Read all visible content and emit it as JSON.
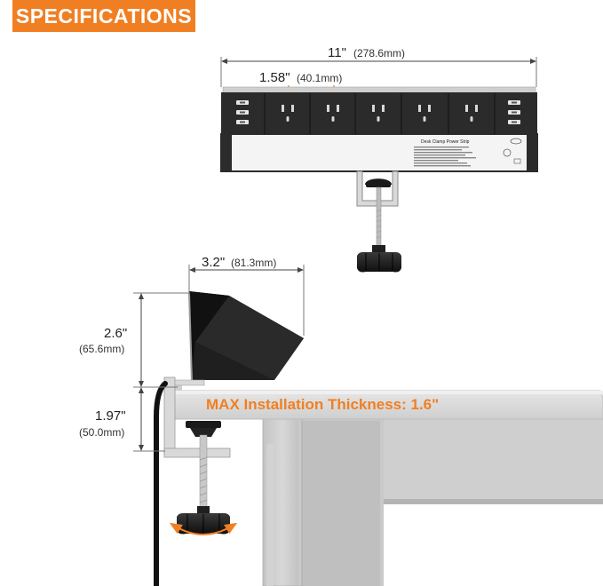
{
  "banner": {
    "title": "SPECIFICATIONS"
  },
  "dimensions": {
    "length": {
      "inch": "11\"",
      "mm": "(278.6mm)"
    },
    "spacing": {
      "inch": "1.58\"",
      "mm": "(40.1mm)"
    },
    "depth": {
      "inch": "3.2\"",
      "mm": "(81.3mm)"
    },
    "height": {
      "inch": "2.6\"",
      "mm": "(65.6mm)"
    },
    "clamp": {
      "inch": "1.97\"",
      "mm": "(50.0mm)"
    }
  },
  "label": {
    "panel_title": "Desk Clamp Power Strip",
    "max_thickness": "MAX Installation Thickness: 1.6\""
  },
  "colors": {
    "accent": "#f07f23",
    "strip_body": "#2b2b2b",
    "desk_top": "#d9d9d9"
  }
}
